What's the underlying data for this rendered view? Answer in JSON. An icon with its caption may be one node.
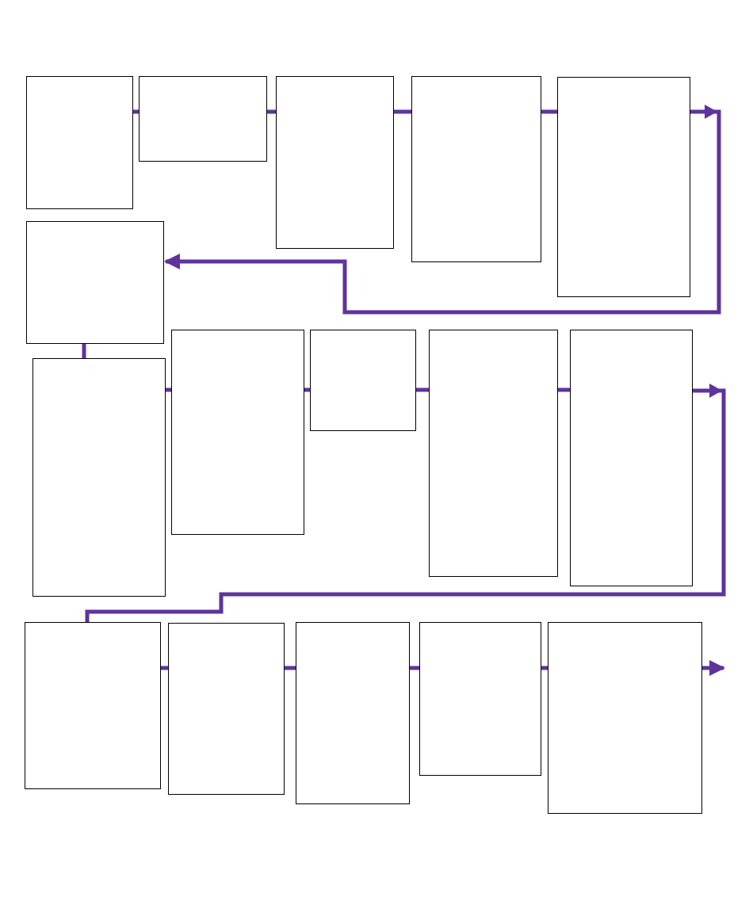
{
  "diagram": {
    "nodes": [
      {
        "text": [],
        "shape": "box"
      },
      {
        "text": [],
        "shape": "box"
      },
      {
        "text": [],
        "shape": "box"
      },
      {
        "text": [],
        "shape": "box"
      },
      {
        "text": [],
        "shape": "box"
      },
      {
        "text": [],
        "shape": "box"
      },
      {
        "text": [],
        "shape": "box"
      },
      {
        "text": [],
        "shape": "box"
      },
      {
        "text": [],
        "shape": "box"
      },
      {
        "text": [],
        "shape": "box"
      },
      {
        "text": [],
        "shape": "box"
      },
      {
        "text": [],
        "shape": "box"
      },
      {
        "text": [],
        "shape": "box"
      },
      {
        "text": [],
        "shape": "box"
      },
      {
        "text": [],
        "shape": "box"
      },
      {
        "text": [],
        "shape": "box"
      }
    ],
    "edges": [
      {
        "from": 0,
        "to": 1,
        "arrow": "none"
      },
      {
        "from": 1,
        "to": 2,
        "arrow": "none"
      },
      {
        "from": 2,
        "to": 3,
        "arrow": "none"
      },
      {
        "from": 3,
        "to": 4,
        "arrow": "none"
      },
      {
        "from": 4,
        "to": 5,
        "arrow": "to"
      },
      {
        "from": 5,
        "to": 6,
        "arrow": "none"
      },
      {
        "from": 6,
        "to": 7,
        "arrow": "none"
      },
      {
        "from": 7,
        "to": 8,
        "arrow": "none"
      },
      {
        "from": 8,
        "to": 9,
        "arrow": "none"
      },
      {
        "from": 9,
        "to": 10,
        "arrow": "none"
      },
      {
        "from": 10,
        "to": 11,
        "arrow": "to"
      },
      {
        "from": 11,
        "to": 12,
        "arrow": "none"
      },
      {
        "from": 12,
        "to": 13,
        "arrow": "none"
      },
      {
        "from": 13,
        "to": 14,
        "arrow": "none"
      },
      {
        "from": 14,
        "to": 15,
        "arrow": "none"
      },
      {
        "from": 15,
        "to": null,
        "arrow": "to"
      }
    ]
  }
}
